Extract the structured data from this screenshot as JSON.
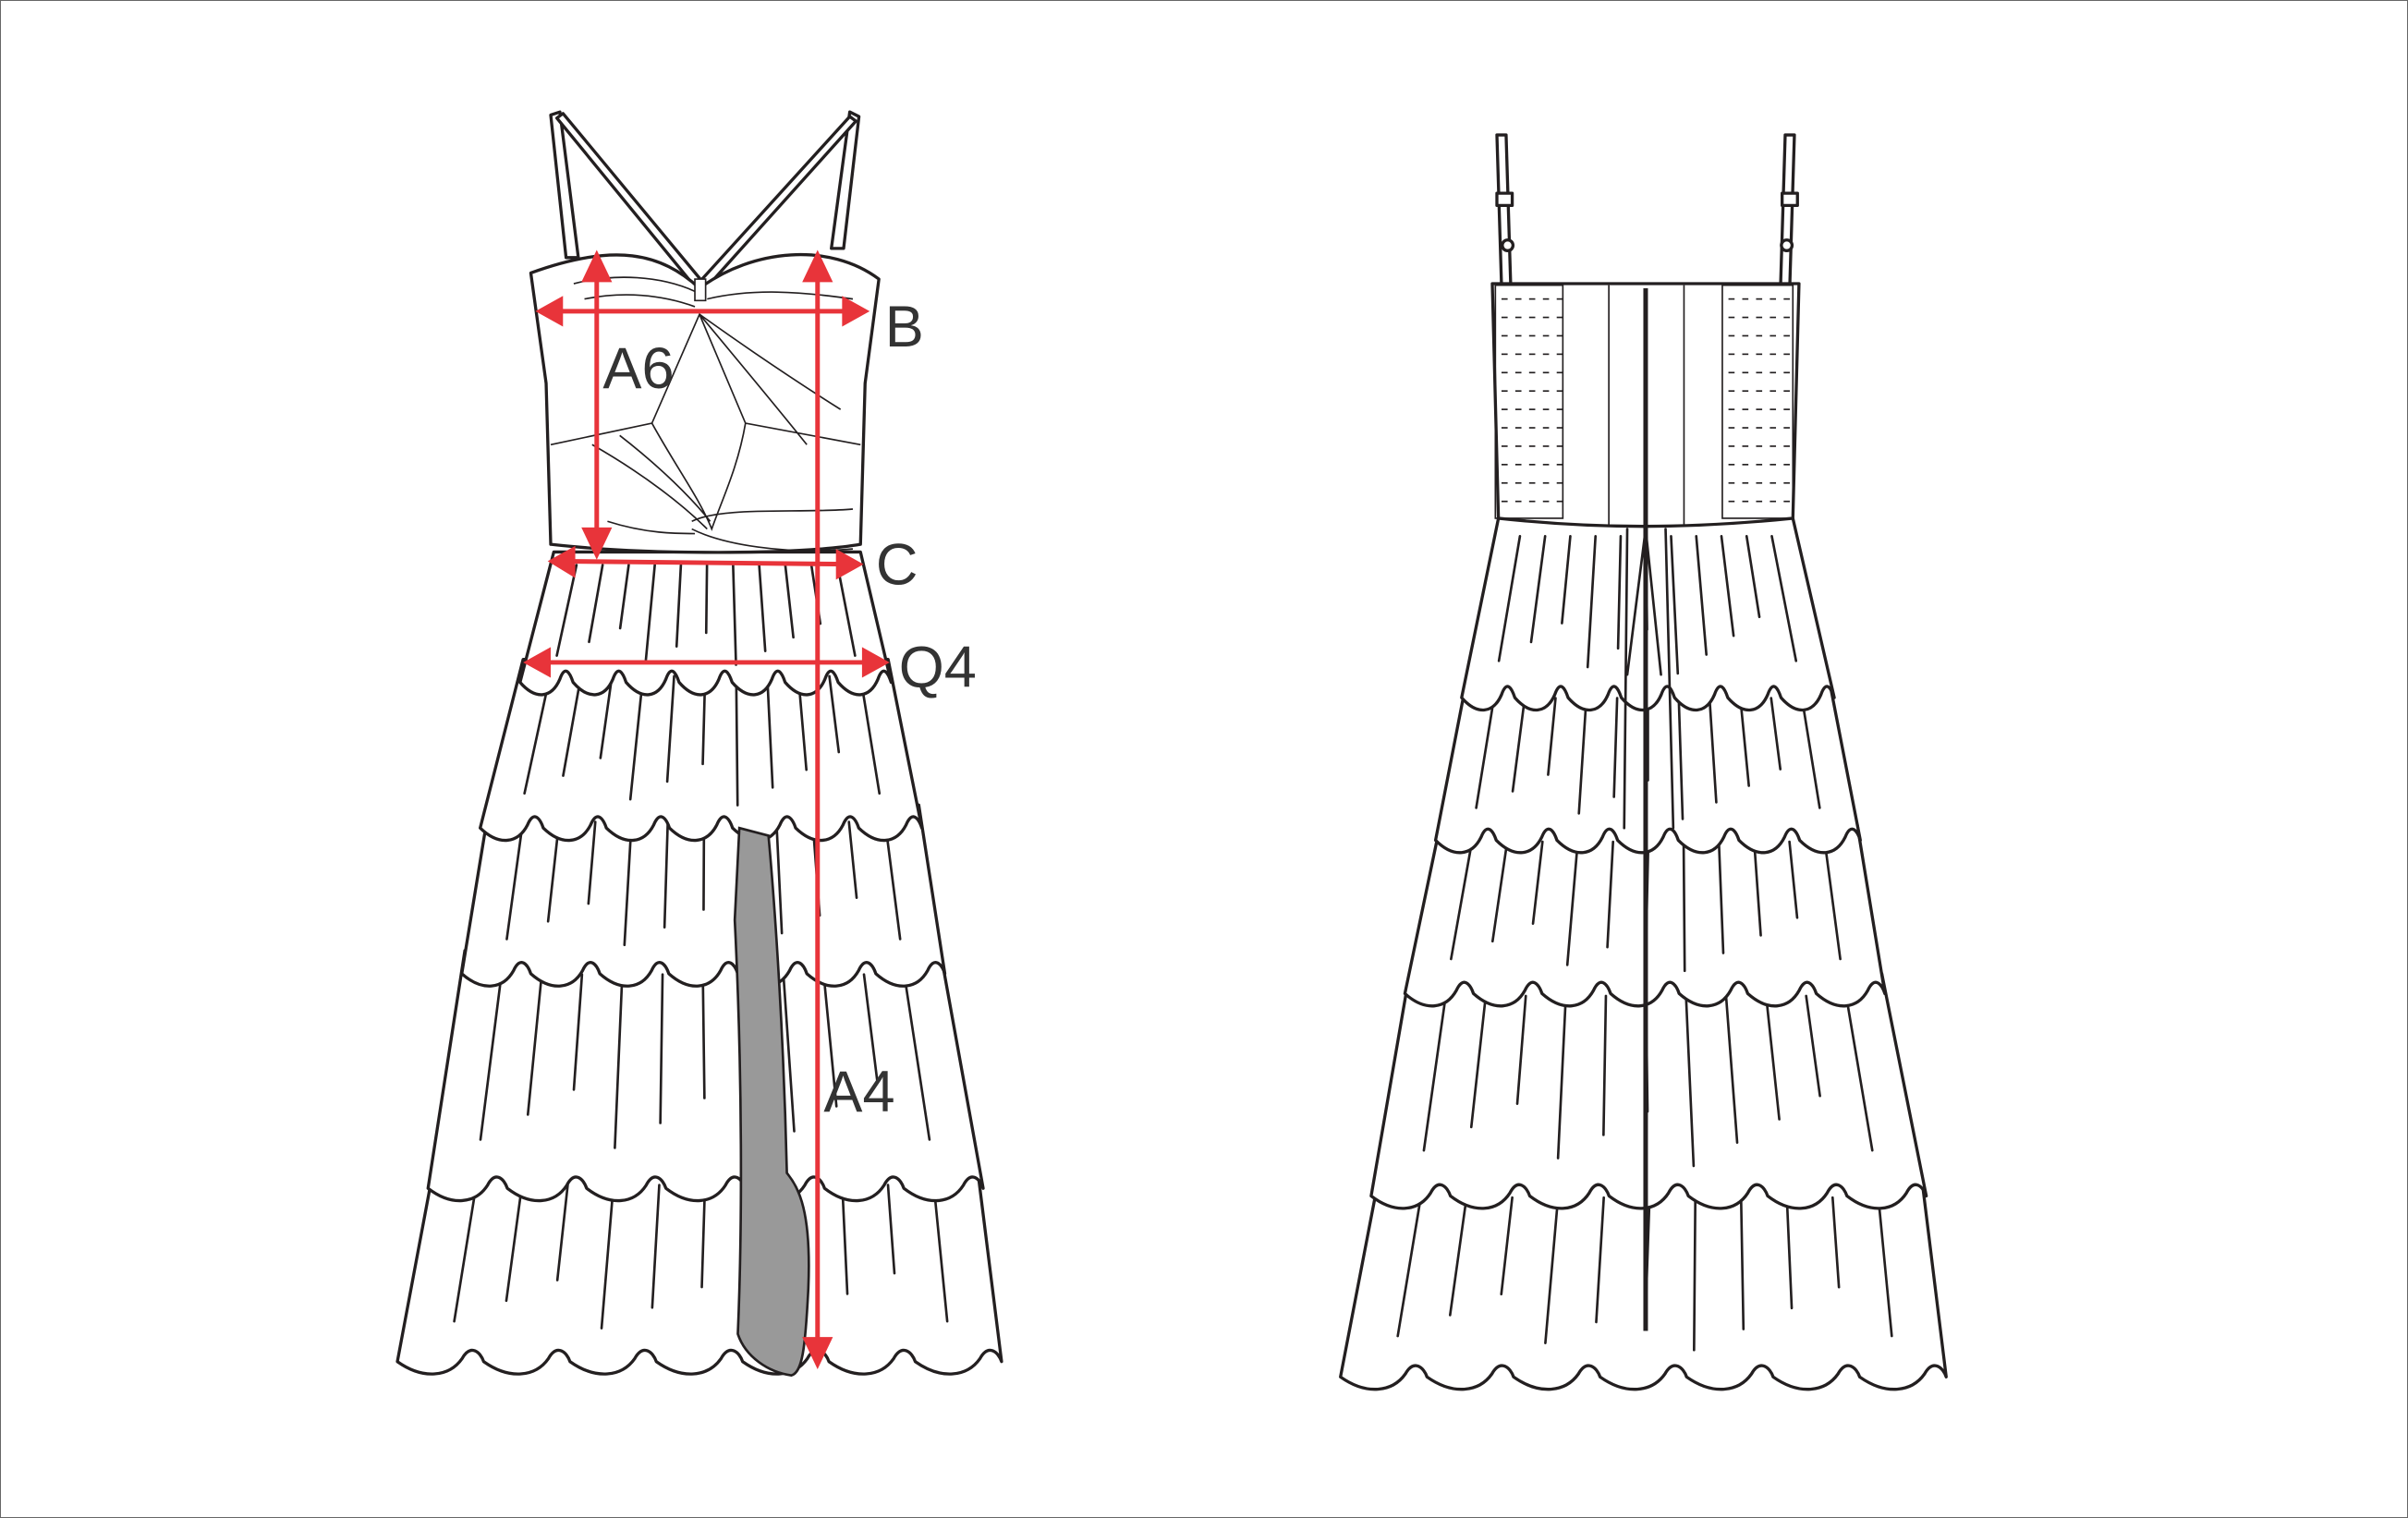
{
  "diagram": {
    "views": [
      "front",
      "back"
    ],
    "measurements": {
      "bust": "B",
      "bodice_length": "A6",
      "waist": "C",
      "hip": "Q4",
      "total_length": "A4"
    },
    "colors": {
      "measure": "#e8343a",
      "line": "#231f20",
      "lining": "#999999",
      "label": "#333333"
    }
  }
}
